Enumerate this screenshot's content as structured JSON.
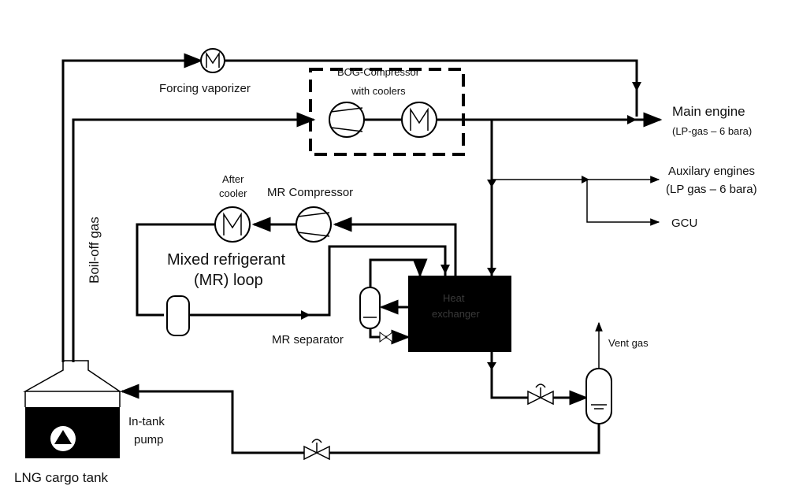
{
  "labels": {
    "forcing_vaporizer": "Forcing vaporizer",
    "bog_compressor_line1": "BOG-Compressor",
    "bog_compressor_line2": "with coolers",
    "main_engine": "Main engine",
    "main_engine_sub": "(LP-gas – 6 bara)",
    "auxiliary_engines": "Auxilary engines",
    "auxiliary_engines_sub": "(LP gas – 6 bara)",
    "gcu": "GCU",
    "after_cooler_line1": "After",
    "after_cooler_line2": "cooler",
    "mr_compressor": "MR Compressor",
    "mr_loop_line1": "Mixed refrigerant",
    "mr_loop_line2": "(MR) loop",
    "boil_off_gas": "Boil-off gas",
    "heat_exchanger_line1": "Heat",
    "heat_exchanger_line2": "exchanger",
    "mr_separator": "MR separator",
    "vent_gas": "Vent gas",
    "in_tank_pump_line1": "In-tank",
    "in_tank_pump_line2": "pump",
    "lng_cargo_tank": "LNG cargo tank"
  }
}
